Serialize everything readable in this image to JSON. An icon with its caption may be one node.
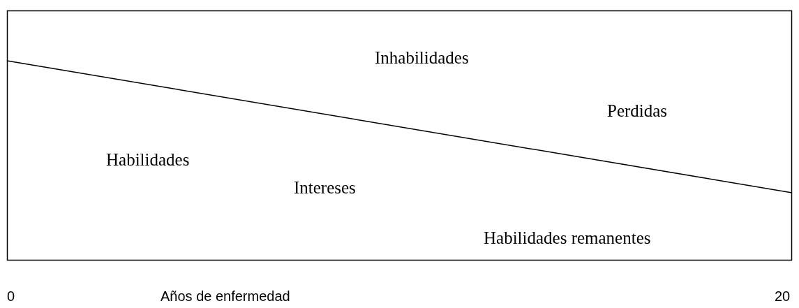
{
  "diagram": {
    "labels": [
      "Inhabilidades",
      "Perdidas",
      "Habilidades",
      "Intereses",
      "Habilidades remanentes",
      "0",
      "Años de enfermedad",
      "20"
    ]
  }
}
